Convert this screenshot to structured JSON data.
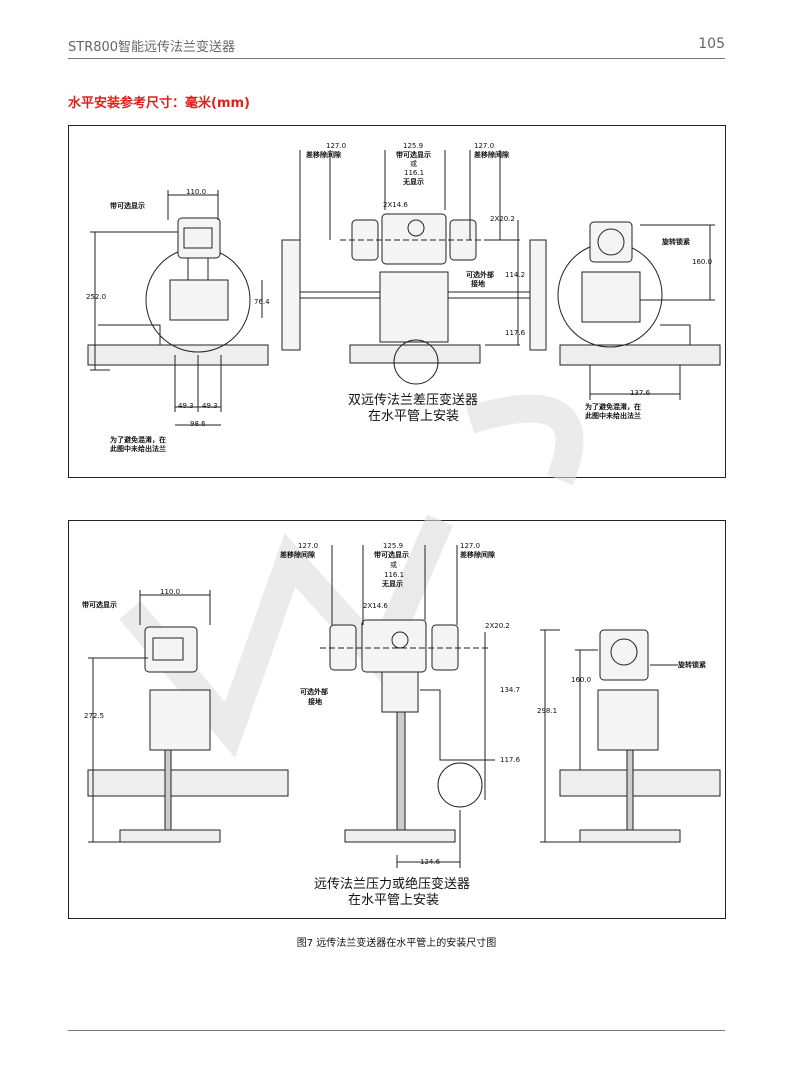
{
  "header": {
    "doc_title": "STR800智能远传法兰变送器",
    "page_number": "105"
  },
  "section_title": "水平安装参考尺寸：毫米(mm)",
  "figure1": {
    "gap_left": "127.0",
    "gap_left_label": "差移除间隙",
    "center_width": "125.9",
    "with_display": "带可选显示",
    "or": "或",
    "center_width_alt": "116.1",
    "no_display": "无显示",
    "gap_right": "127.0",
    "gap_right_label": "差移除间隙",
    "bolt": "2X14.6",
    "offset": "2X20.2",
    "width_left": "110.0",
    "display_left": "带可选显示",
    "height_left": "252.0",
    "flange_dim": "76.4",
    "ground_1": "可选外部",
    "ground_2": "接地",
    "dim_114": "114.2",
    "dim_117": "117.6",
    "rotate_lock": "旋转锁紧",
    "dim_160": "160.0",
    "half_1": "49.3",
    "half_2": "49.3",
    "total": "98.6",
    "note_left_1": "为了避免混淆，在",
    "note_left_2": "此图中未给出法兰",
    "title_1": "双远传法兰差压变送器",
    "title_2": "在水平管上安装",
    "dim_137": "137.6",
    "note_right_1": "为了避免混淆，在",
    "note_right_2": "此图中未给出法兰"
  },
  "figure2": {
    "gap_left": "127.0",
    "gap_left_label": "差移除间隙",
    "center_width": "125.9",
    "with_display": "带可选显示",
    "or": "或",
    "center_width_alt": "116.1",
    "no_display": "无显示",
    "gap_right": "127.0",
    "gap_right_label": "差移除间隙",
    "bolt": "2X14.6",
    "offset": "2X20.2",
    "width_left": "110.0",
    "display_left": "带可选显示",
    "height_left": "272.5",
    "ground_1": "可选外部",
    "ground_2": "接地",
    "dim_134": "134.7",
    "dim_117": "117.6",
    "dim_298": "298.1",
    "dim_160": "160.0",
    "rotate_lock": "旋转锁紧",
    "dim_124": "124.6",
    "title_1": "远传法兰压力或绝压变送器",
    "title_2": "在水平管上安装"
  },
  "caption": "图7  远传法兰变送器在水平管上的安装尺寸图"
}
